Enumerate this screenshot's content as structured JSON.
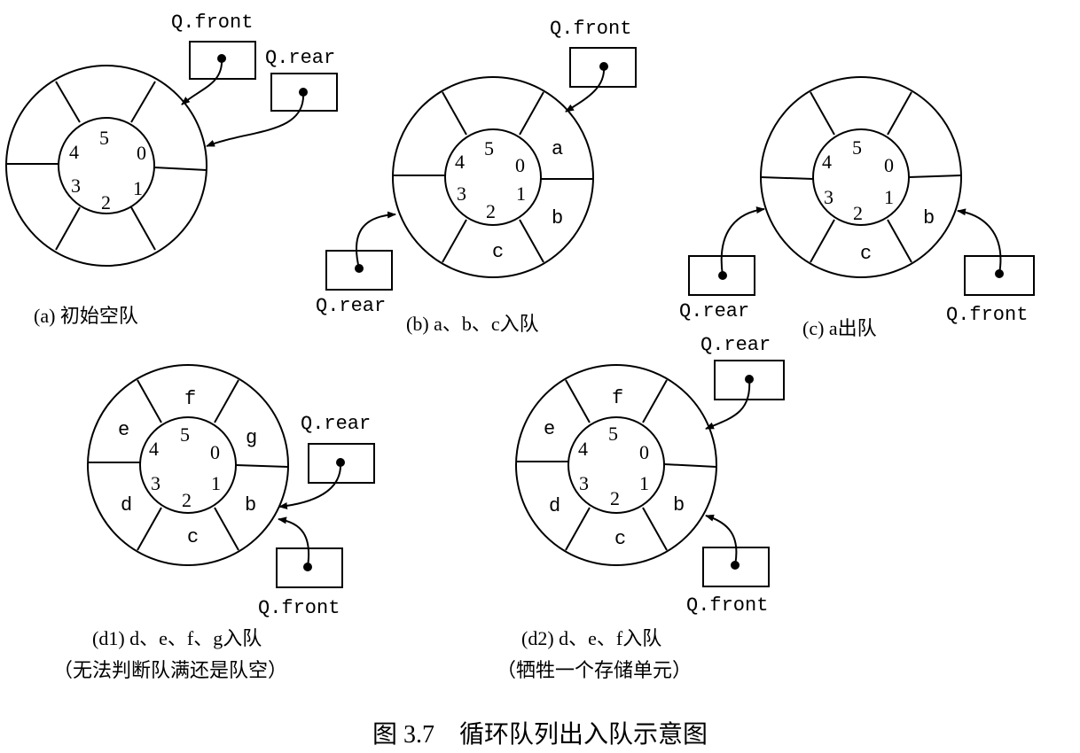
{
  "title": "图 3.7　循环队列出入队示意图",
  "pointer_labels": {
    "front": "Q.front",
    "rear": "Q.rear"
  },
  "slot_indices": [
    "0",
    "1",
    "2",
    "3",
    "4",
    "5"
  ],
  "diagrams": [
    {
      "caption": "(a) 初始空队",
      "caption_note": "",
      "cells": [
        "",
        "",
        "",
        "",
        "",
        ""
      ]
    },
    {
      "caption": "(b) a、b、c入队",
      "caption_note": "",
      "cells": [
        "a",
        "b",
        "c",
        "",
        "",
        ""
      ]
    },
    {
      "caption": "(c) a出队",
      "caption_note": "",
      "cells": [
        "",
        "b",
        "c",
        "",
        "",
        ""
      ]
    },
    {
      "caption": "(d1) d、e、f、g入队",
      "caption_note": "（无法判断队满还是队空）",
      "cells": [
        "g",
        "b",
        "c",
        "d",
        "e",
        "f"
      ]
    },
    {
      "caption": "(d2) d、e、f入队",
      "caption_note": "（牺牲一个存储单元）",
      "cells": [
        "",
        "b",
        "c",
        "d",
        "e",
        "f"
      ]
    }
  ]
}
